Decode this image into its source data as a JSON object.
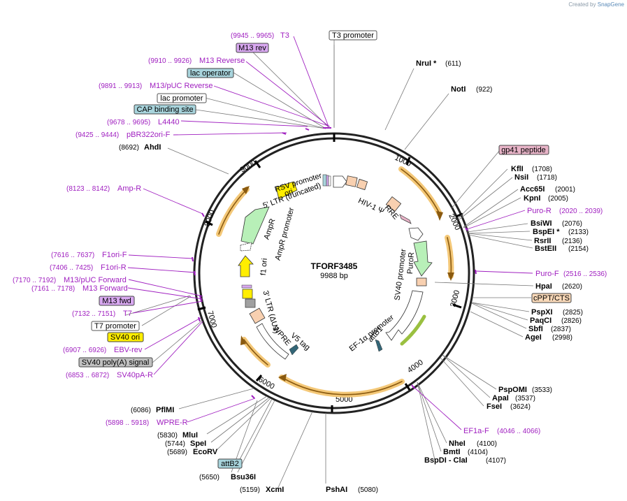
{
  "credit": {
    "prefix": "Created by",
    "brand": "SnapGene"
  },
  "plasmid": {
    "name": "TFORF3485",
    "size": "9988 bp"
  },
  "ticks": [
    "1000",
    "2000",
    "3000",
    "4000",
    "5000",
    "6000",
    "7000",
    "8000"
  ],
  "boxed_labels": [
    {
      "text": "T3 promoter",
      "fill": "#ffffff",
      "stroke": "#555555"
    },
    {
      "text": "M13 rev",
      "fill": "#d8a8f0",
      "stroke": "#444444"
    },
    {
      "text": "lac operator",
      "fill": "#a8d4dc",
      "stroke": "#444444"
    },
    {
      "text": "lac promoter",
      "fill": "#ffffff",
      "stroke": "#555555"
    },
    {
      "text": "CAP binding site",
      "fill": "#a8d4dc",
      "stroke": "#444444"
    },
    {
      "text": "gp41 peptide",
      "fill": "#e8b4c8",
      "stroke": "#444444"
    },
    {
      "text": "cPPT/CTS",
      "fill": "#f8d8b8",
      "stroke": "#444444"
    },
    {
      "text": "M13 fwd",
      "fill": "#d8a8f0",
      "stroke": "#444444"
    },
    {
      "text": "T7 promoter",
      "fill": "#ffffff",
      "stroke": "#555555"
    },
    {
      "text": "SV40 ori",
      "fill": "#ffee00",
      "stroke": "#444444"
    },
    {
      "text": "SV40 poly(A) signal",
      "fill": "#c0c0c0",
      "stroke": "#444444"
    },
    {
      "text": "attB2",
      "fill": "#a8d4dc",
      "stroke": "#444444"
    }
  ],
  "enzymes": [
    {
      "name": "NruI *",
      "pos": "(611)"
    },
    {
      "name": "NotI",
      "pos": "(922)"
    },
    {
      "name": "KflI",
      "pos": "(1708)"
    },
    {
      "name": "NsiI",
      "pos": "(1718)"
    },
    {
      "name": "Acc65I",
      "pos": "(2001)"
    },
    {
      "name": "KpnI",
      "pos": "(2005)"
    },
    {
      "name": "BsiWI",
      "pos": "(2076)"
    },
    {
      "name": "BspEI  *",
      "pos": "(2133)"
    },
    {
      "name": "RsrII",
      "pos": "(2136)"
    },
    {
      "name": "BstEII",
      "pos": "(2154)"
    },
    {
      "name": "HpaI",
      "pos": "(2620)"
    },
    {
      "name": "PspXI",
      "pos": "(2825)"
    },
    {
      "name": "PaqCI",
      "pos": "(2826)"
    },
    {
      "name": "SbfI",
      "pos": "(2837)"
    },
    {
      "name": "AgeI",
      "pos": "(2998)"
    },
    {
      "name": "PspOMI",
      "pos": "(3533)"
    },
    {
      "name": "ApaI",
      "pos": "(3537)"
    },
    {
      "name": "FseI",
      "pos": "(3624)"
    },
    {
      "name": "NheI",
      "pos": "(4100)"
    },
    {
      "name": "BmtI",
      "pos": "(4104)"
    },
    {
      "name": "BspDI  - ClaI",
      "pos": "(4107)"
    },
    {
      "name": "PshAI",
      "pos": "(5080)"
    },
    {
      "name": "XcmI",
      "pos": "(5159)"
    },
    {
      "name": "Bsu36I",
      "pos": "(5650)"
    },
    {
      "name": "EcoRV",
      "pos": "(5689)"
    },
    {
      "name": "SpeI",
      "pos": "(5744)"
    },
    {
      "name": "MluI",
      "pos": "(5830)"
    },
    {
      "name": "PflMI",
      "pos": "(6086)"
    },
    {
      "name": "AhdI",
      "pos": "(8692)"
    }
  ],
  "primers": [
    {
      "name": "T3",
      "range": "(9945 .. 9965)"
    },
    {
      "name": "M13 Reverse",
      "range": "(9910 .. 9926)"
    },
    {
      "name": "M13/pUC Reverse",
      "range": "(9891 .. 9913)"
    },
    {
      "name": "L4440",
      "range": "(9678 .. 9695)"
    },
    {
      "name": "pBR322ori-F",
      "range": "(9425 .. 9444)"
    },
    {
      "name": "Amp-R",
      "range": "(8123 .. 8142)"
    },
    {
      "name": "F1ori-F",
      "range": "(7616 .. 7637)"
    },
    {
      "name": "F1ori-R",
      "range": "(7406 .. 7425)"
    },
    {
      "name": "M13/pUC Forward",
      "range": "(7170 .. 7192)"
    },
    {
      "name": "M13 Forward",
      "range": "(7161 .. 7178)"
    },
    {
      "name": "T7",
      "range": "(7132 .. 7151)"
    },
    {
      "name": "EBV-rev",
      "range": "(6907 .. 6926)"
    },
    {
      "name": "SV40pA-R",
      "range": "(6853 .. 6872)"
    },
    {
      "name": "WPRE-R",
      "range": "(5898 .. 5918)"
    },
    {
      "name": "Puro-R",
      "range": "(2020 .. 2039)"
    },
    {
      "name": "Puro-F",
      "range": "(2516 .. 2536)"
    },
    {
      "name": "EF1a-F",
      "range": "(4046 .. 4066)"
    }
  ],
  "inner_features": [
    "RSV promoter",
    "5' LTR (truncated)",
    "HIV-1 Ψ",
    "RRE",
    "ori",
    "AmpR",
    "AmpR promoter",
    "f1 ori",
    "3' LTR (ΔU3)",
    "WPRE",
    "V5 tag",
    "SV40 promoter",
    "PuroR",
    "EF-1α promoter",
    "attB1"
  ],
  "colors": {
    "primer": "#a020c0",
    "orf_orange": "#f4b860",
    "ori_yellow": "#ffee00",
    "ampr_green": "#b8f0b8",
    "feature_peach": "#f8d0b0"
  }
}
